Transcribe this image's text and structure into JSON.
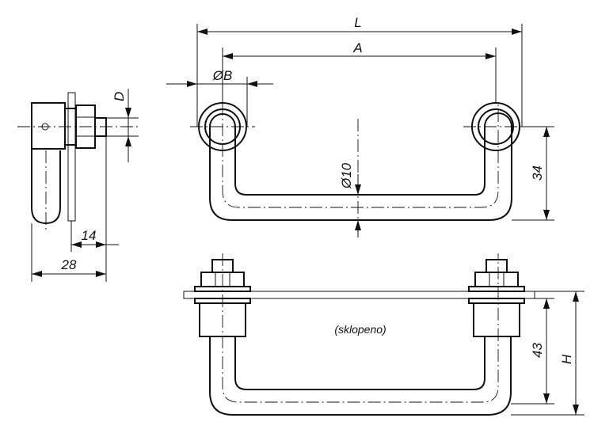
{
  "labels": {
    "L": "L",
    "A": "A",
    "B": "ØB",
    "D": "D",
    "diam10": "Ø10",
    "dim34": "34",
    "dim14": "14",
    "dim28": "28",
    "dim43": "43",
    "H": "H",
    "note": "(sklopeno)"
  }
}
